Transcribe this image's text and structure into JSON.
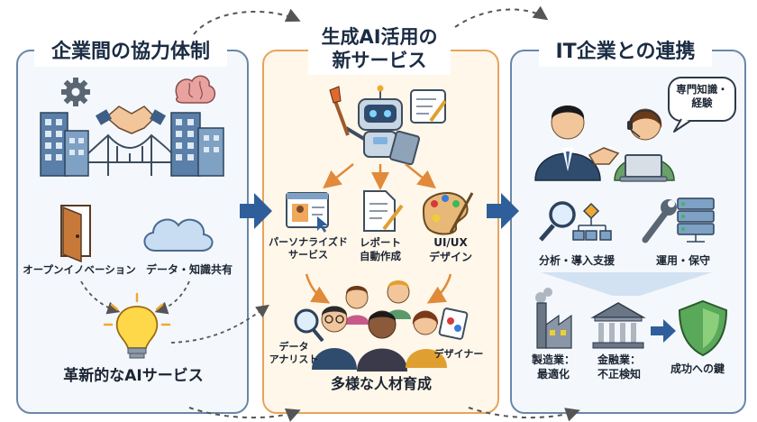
{
  "left": {
    "title": "企業間の協力体制",
    "open_innovation": "オープンイノベーション",
    "data_sharing": "データ・知識共有",
    "ai_service": "革新的なAIサービス"
  },
  "middle": {
    "title_line1": "生成AI活用の",
    "title_line2": "新サービス",
    "personalized_line1": "パーソナライズド",
    "personalized_line2": "サービス",
    "report_line1": "レポート",
    "report_line2": "自動作成",
    "uiux_line1": "UI/UX",
    "uiux_line2": "デザイン",
    "analyst_line1": "データ",
    "analyst_line2": "アナリスト",
    "designer": "デザイナー",
    "talent": "多様な人材育成"
  },
  "right": {
    "title": "IT企業との連携",
    "bubble_line1": "専門知識・",
    "bubble_line2": "経験",
    "analysis": "分析・導入支援",
    "operation": "運用・保守",
    "manufacturing_line1": "製造業：",
    "manufacturing_line2": "最適化",
    "finance_line1": "金融業：",
    "finance_line2": "不正検知",
    "key": "成功への鍵"
  },
  "colors": {
    "navy": "#1b2c44",
    "orange_frame": "#e6a45c",
    "blue_frame": "#6a86a8",
    "arrow_blue": "#2f5f9a",
    "shield_green": "#5aa85a"
  }
}
